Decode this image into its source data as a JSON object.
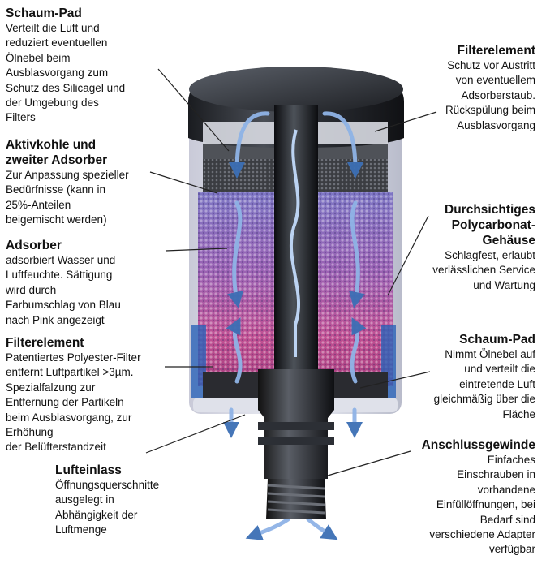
{
  "labels": [
    {
      "title": "Schaum-Pad",
      "text": "Verteilt die Luft und\nreduziert eventuellen\nÖlnebel beim\nAusblasvorgang zum\nSchutz des Silicagel und\nder Umgebung des\nFilters"
    },
    {
      "title": "Aktivkohle und\nzweiter Adsorber",
      "text": "Zur Anpassung spezieller\nBedürfnisse (kann in\n25%-Anteilen\nbeigemischt werden)"
    },
    {
      "title": "Adsorber",
      "text": "adsorbiert Wasser und\nLuftfeuchte. Sättigung\nwird durch\nFarbumschlag von Blau\nnach Pink angezeigt"
    },
    {
      "title": "Filterelement",
      "text": "Patentiertes Polyester-Filter\nentfernt Luftpartikel >3µm.\nSpezialfalzung zur\nEntfernung der Partikeln\nbeim Ausblasvorgang, zur\nErhöhung\nder Belüfterstandzeit"
    },
    {
      "title": "Lufteinlass",
      "text": "Öffnungsquerschnitte\nausgelegt in\nAbhängigkeit der\nLuftmenge"
    },
    {
      "title": "Filterelement",
      "text": "Schutz vor Austritt\nvon eventuellem\nAdsorberstaub.\nRückspülung beim\nAusblasvorgang"
    },
    {
      "title": "Durchsichtiges\nPolycarbonat-\nGehäuse",
      "text": "Schlagfest, erlaubt\nverlässlichen Service\nund Wartung"
    },
    {
      "title": "Schaum-Pad",
      "text": "Nimmt Ölnebel auf\nund verteilt die\neintretende Luft\ngleichmäßig über die\nFläche"
    },
    {
      "title": "Anschlussgewinde",
      "text": "Einfaches\nEinschrauben in\nvorhandene\nEinfüllöffnungen, bei\nBedarf sind\nverschiedene Adapter\nverfügbar"
    }
  ]
}
